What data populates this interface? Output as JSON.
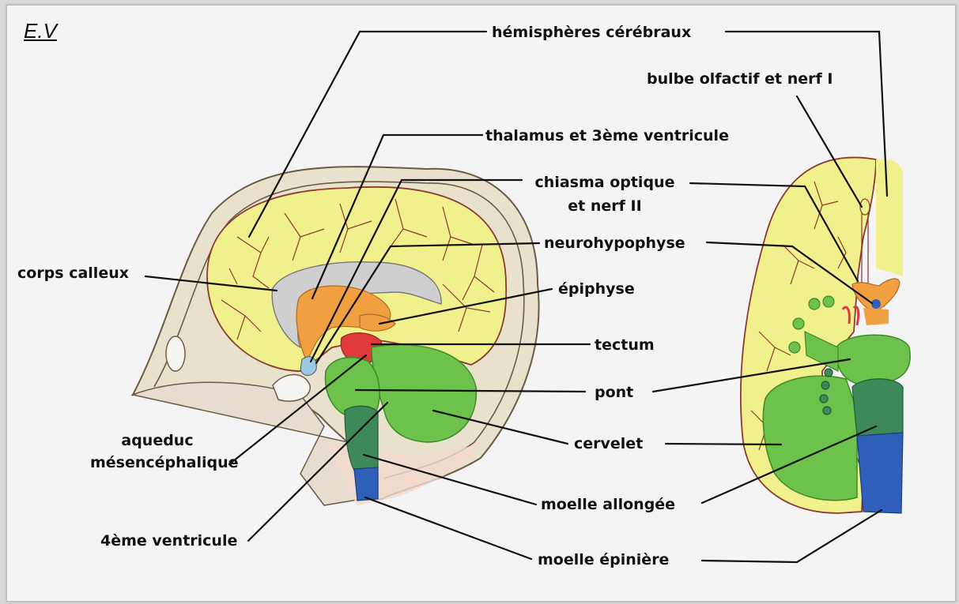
{
  "signature": "E.V",
  "labels": {
    "hemispheres": "hémisphères cérébraux",
    "bulbe": "bulbe olfactif et nerf I",
    "thalamus": "thalamus et 3ème ventricule",
    "chiasma_line1": "chiasma optique",
    "chiasma_line2": "et nerf II",
    "neurohypophyse": "neurohypophyse",
    "epiphyse": "épiphyse",
    "tectum": "tectum",
    "pont": "pont",
    "cervelet": "cervelet",
    "moelle_allongee": "moelle allongée",
    "moelle_epiniere": "moelle épinière",
    "corps_calleux": "corps calleux",
    "aqueduc_line1": "aqueduc",
    "aqueduc_line2": "mésencéphalique",
    "ventricule4": "4ème ventricule"
  },
  "colors": {
    "hemisphere": "#f0f08c",
    "thalamus": "#f0a040",
    "tectum": "#e03a3a",
    "cerebellum": "#6cc24a",
    "medulla": "#3d8a58",
    "spinal_cord": "#2f5fb8",
    "corpus_callosum": "#cfcfcf",
    "vessels": "#8b3a2e",
    "skull": "#d8cdb0"
  }
}
